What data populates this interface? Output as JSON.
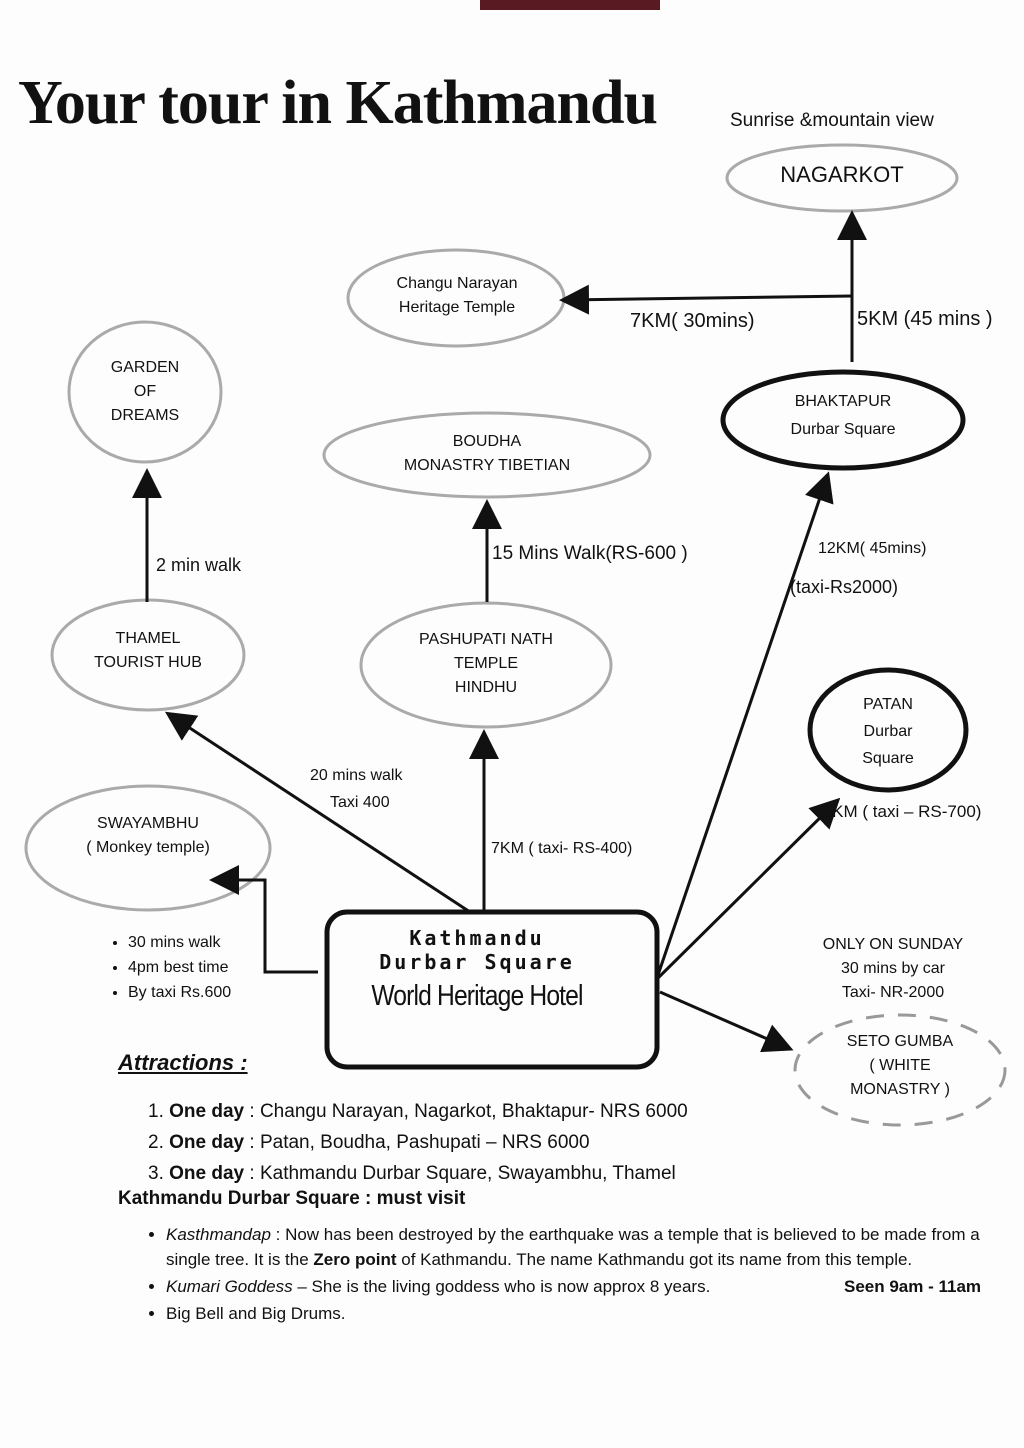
{
  "title": "Your tour in Kathmandu",
  "nodes": {
    "nagarkot": {
      "caption": "Sunrise &mountain view",
      "l1": "NAGARKOT"
    },
    "changu": {
      "l1": "Changu Narayan",
      "l2": "Heritage Temple"
    },
    "garden": {
      "l1": "GARDEN",
      "l2": "OF",
      "l3": "DREAMS"
    },
    "bhaktapur": {
      "l1": "BHAKTAPUR",
      "l2": "Durbar Square"
    },
    "boudha": {
      "l1": "BOUDHA",
      "l2": "MONASTRY TIBETIAN"
    },
    "thamel": {
      "l1": "THAMEL",
      "l2": "TOURIST HUB"
    },
    "pashupati": {
      "l1": "PASHUPATI NATH",
      "l2": "TEMPLE",
      "l3": "HINDHU"
    },
    "patan": {
      "l1": "PATAN",
      "l2": "Durbar",
      "l3": "Square"
    },
    "swayambhu": {
      "l1": "SWAYAMBHU",
      "l2": "( Monkey  temple)"
    },
    "hotel": {
      "l1": "Kathmandu",
      "l2": "Durbar Square",
      "l3": "World Heritage Hotel"
    },
    "seto": {
      "l1": "SETO GUMBA",
      "l2": "( WHITE",
      "l3": "MONASTRY )"
    }
  },
  "edges": {
    "changu": "7KM( 30mins)",
    "nagarkot": "5KM (45 mins )",
    "garden": "2 min walk",
    "boudha": "15 Mins Walk(RS-600 )",
    "bhaktapur1": "12KM( 45mins)",
    "bhaktapur2": "(taxi-Rs2000)",
    "thamel1": "20 mins walk",
    "thamel2": "Taxi 400",
    "pashupati": "7KM ( taxi- RS-400)",
    "patan": "7 KM ( taxi – RS-700)",
    "seto1": "ONLY ON SUNDAY",
    "seto2": "30 mins by  car",
    "seto3": "Taxi- NR-2000"
  },
  "swayambhu_notes": [
    "30 mins walk",
    "4pm best time",
    "By taxi Rs.600"
  ],
  "attractions_heading": "Attractions :",
  "plans": [
    {
      "num": "1.",
      "day": "One day",
      "text": " : Changu Narayan, Nagarkot, Bhaktapur- NRS 6000"
    },
    {
      "num": "2.",
      "day": "One day",
      "text": " : Patan, Boudha, Pashupati – NRS 6000"
    },
    {
      "num": "3.",
      "day": "One day",
      "text": " : Kathmandu Durbar Square, Swayambhu, Thamel"
    }
  ],
  "must_visit": "Kathmandu Durbar Square :  must visit",
  "bullets": {
    "b1_title": "Kasthmandap",
    "b1_a": "   : Now has been destroyed by the earthquake  was a temple that is believed to  be made from a single tree. It is the ",
    "b1_bold": "Zero point",
    "b1_b": " of Kathmandu. The name Kathmandu got its name from this temple.",
    "b2_title": "Kumari Goddess",
    "b2_text": " – She is the living goddess who is now approx 8 years.",
    "b2_time": "Seen 9am - 11am",
    "b3": "Big Bell and Big Drums."
  }
}
